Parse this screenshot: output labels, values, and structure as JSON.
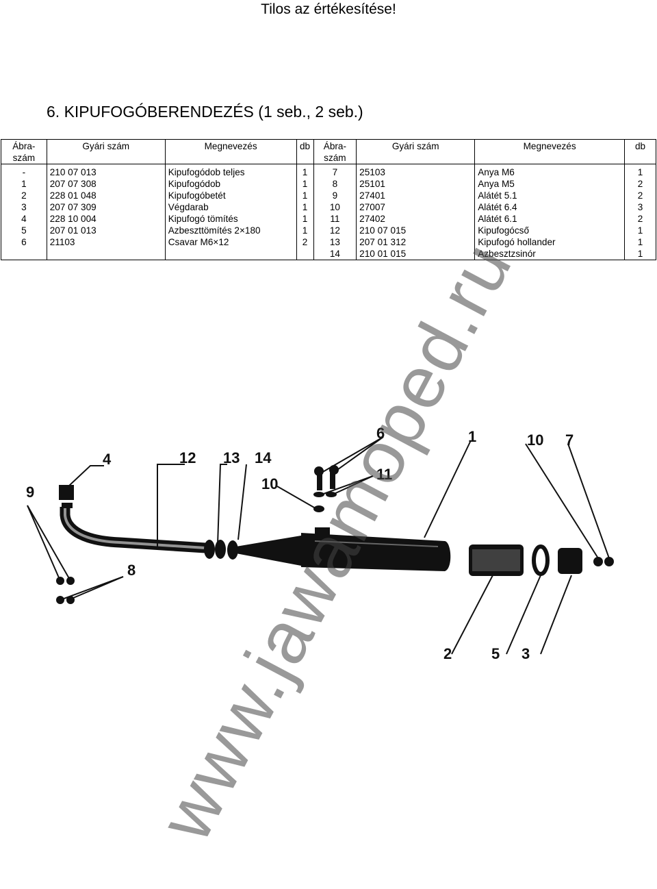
{
  "notice": "Tilos az értékesítése!",
  "title": "6. KIPUFOGÓBERENDEZÉS (1 seb., 2 seb.)",
  "table": {
    "headers": {
      "abra": "Ábra-\nszám",
      "gyari": "Gyári szám",
      "megnevezes": "Megnevezés",
      "db": "db"
    },
    "left": [
      {
        "abra": "-",
        "gyari": "210 07 013",
        "megnevezes": "Kipufogódob teljes",
        "db": "1"
      },
      {
        "abra": "1",
        "gyari": "207 07 308",
        "megnevezes": "Kipufogódob",
        "db": "1"
      },
      {
        "abra": "2",
        "gyari": "228 01 048",
        "megnevezes": "Kipufogóbetét",
        "db": "1"
      },
      {
        "abra": "3",
        "gyari": "207 07 309",
        "megnevezes": "Végdarab",
        "db": "1"
      },
      {
        "abra": "4",
        "gyari": "228 10 004",
        "megnevezes": "Kipufogó tömítés",
        "db": "1"
      },
      {
        "abra": "5",
        "gyari": "207 01 013",
        "megnevezes": "Azbeszttömítés 2×180",
        "db": "1"
      },
      {
        "abra": "6",
        "gyari": "21103",
        "megnevezes": "Csavar M6×12",
        "db": "2"
      },
      {
        "abra": "",
        "gyari": "",
        "megnevezes": "",
        "db": ""
      }
    ],
    "right": [
      {
        "abra": "7",
        "gyari": "25103",
        "megnevezes": "Anya M6",
        "db": "1"
      },
      {
        "abra": "8",
        "gyari": "25101",
        "megnevezes": "Anya M5",
        "db": "2"
      },
      {
        "abra": "9",
        "gyari": "27401",
        "megnevezes": "Alátét 5.1",
        "db": "2"
      },
      {
        "abra": "10",
        "gyari": "27007",
        "megnevezes": "Alátét 6.4",
        "db": "3"
      },
      {
        "abra": "11",
        "gyari": "27402",
        "megnevezes": "Alátét 6.1",
        "db": "2"
      },
      {
        "abra": "12",
        "gyari": "210 07 015",
        "megnevezes": "Kipufogócső",
        "db": "1"
      },
      {
        "abra": "13",
        "gyari": "207 01 312",
        "megnevezes": "Kipufogó hollander",
        "db": "1"
      },
      {
        "abra": "14",
        "gyari": "210 01 015",
        "megnevezes": "Azbesztzsinór",
        "db": "1"
      }
    ]
  },
  "diagram": {
    "callouts": [
      "4",
      "12",
      "13",
      "14",
      "9",
      "8",
      "6",
      "10",
      "11",
      "1",
      "10",
      "7",
      "2",
      "5",
      "3"
    ]
  },
  "watermark": "www.jawamoped.ru"
}
